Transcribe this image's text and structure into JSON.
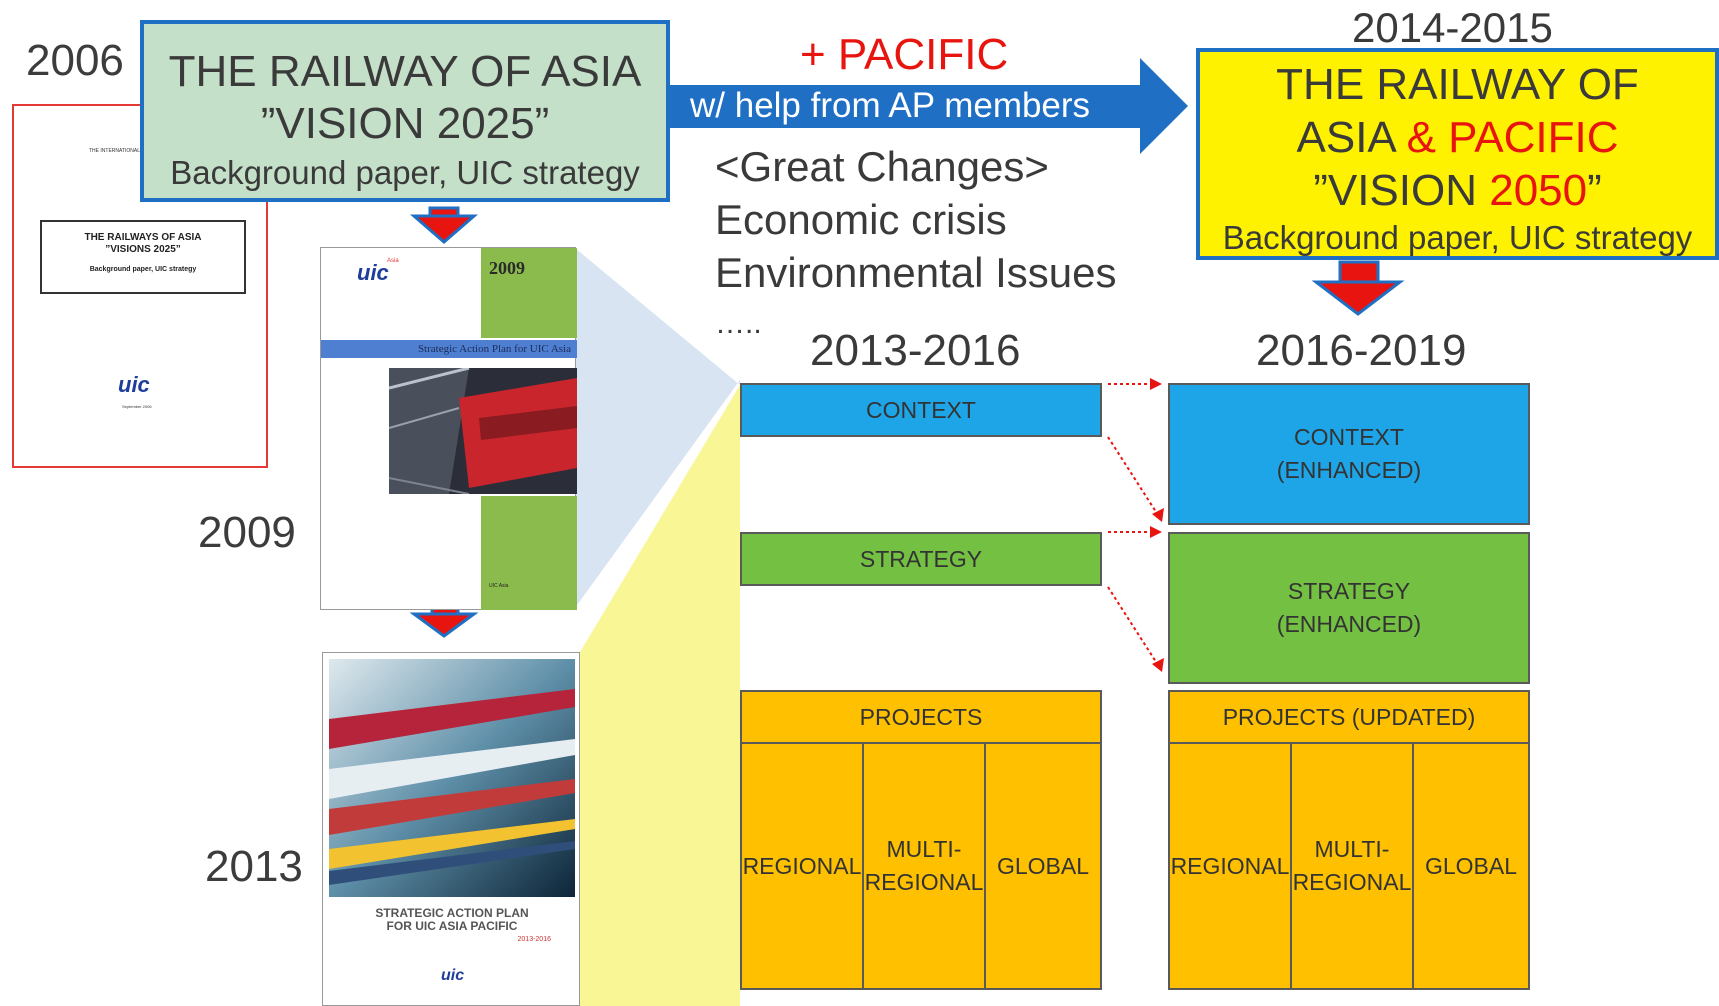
{
  "years": {
    "y2006": "2006",
    "y2009": "2009",
    "y2013": "2013",
    "y2014_2015": "2014-2015",
    "y2013_2016": "2013-2016",
    "y2016_2019": "2016-2019"
  },
  "vision2025": {
    "line1": "THE RAILWAY OF ASIA",
    "line2": "”VISION 2025”",
    "line3": "Background paper, UIC strategy"
  },
  "vision2050": {
    "line1": "THE RAILWAY OF",
    "line2a": "ASIA ",
    "line2b": "& PACIFIC",
    "line3a": "”VISION ",
    "line3b": "2050",
    "line3c": "”",
    "line4": "Background paper, UIC strategy"
  },
  "transition": {
    "plus_pacific": "+ PACIFIC",
    "arrow_label": "w/ help from AP members",
    "changes": [
      "<Great Changes>",
      "Economic crisis",
      "Environmental Issues",
      "….."
    ]
  },
  "doc_2006": {
    "header": "THE INTERNATIONAL",
    "title1": "THE RAILWAYS OF ASIA",
    "title2": "”VISIONS 2025”",
    "subtitle": "Background paper, UIC strategy",
    "logo": "uic",
    "date": "September 2006"
  },
  "doc_2009": {
    "logo": "uic",
    "logo_sub": "Asia",
    "year": "2009",
    "title": "Strategic Action Plan for UIC Asia",
    "footer": "UIC Asia"
  },
  "doc_2013": {
    "title1": "STRATEGIC ACTION PLAN",
    "title2": "FOR UIC ASIA PACIFIC",
    "years": "2013-2016",
    "logo": "uic"
  },
  "plan_2013": {
    "context": "CONTEXT",
    "strategy": "STRATEGY",
    "projects": "PROJECTS",
    "regional": "REGIONAL",
    "multi1": "MULTI-",
    "multi2": "REGIONAL",
    "global": "GLOBAL"
  },
  "plan_2016": {
    "context1": "CONTEXT",
    "context2": "(ENHANCED)",
    "strategy1": "STRATEGY",
    "strategy2": "(ENHANCED)",
    "projects": "PROJECTS (UPDATED)",
    "regional": "REGIONAL",
    "multi1": "MULTI-",
    "multi2": "REGIONAL",
    "global": "GLOBAL"
  },
  "colors": {
    "blue_arrow": "#1f6fc4",
    "red_arrow": "#e8140f",
    "context_blue": "#1ea5e8",
    "strategy_green": "#73c043",
    "projects_orange": "#ffc000",
    "vision2025_green": "#c5e0c9",
    "vision2050_yellow": "#fff200"
  }
}
